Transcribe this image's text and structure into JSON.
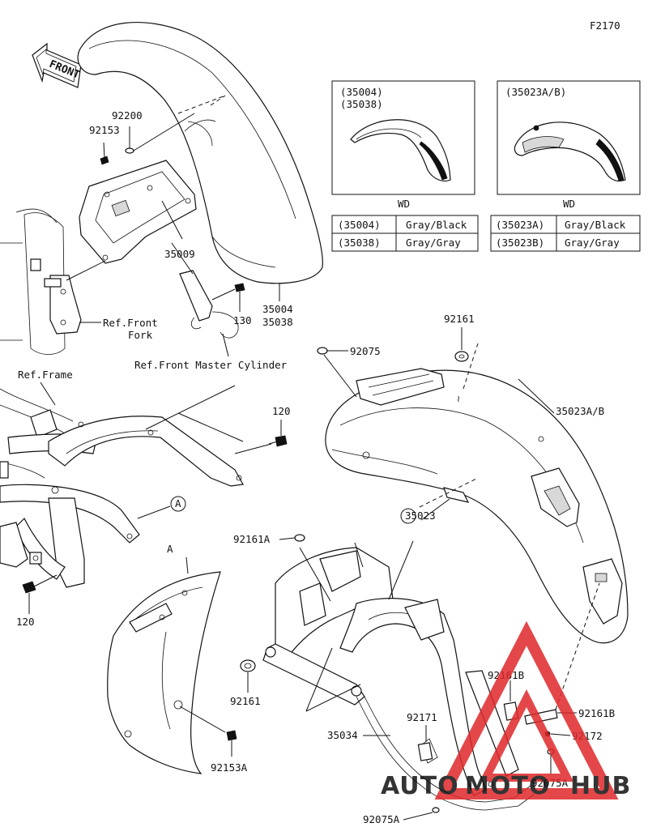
{
  "figure_code": "F2170",
  "front_label": "FRONT",
  "callouts": [
    {
      "id": "92200",
      "text": "92200"
    },
    {
      "id": "92153",
      "text": "92153"
    },
    {
      "id": "35009",
      "text": "35009"
    },
    {
      "id": "130",
      "text": "130"
    },
    {
      "id": "35004",
      "text": "35004"
    },
    {
      "id": "35038",
      "text": "35038"
    },
    {
      "id": "ref-front-fork-1",
      "text": "Ref.Front"
    },
    {
      "id": "ref-front-fork-2",
      "text": "Fork"
    },
    {
      "id": "ref-master-cylinder",
      "text": "Ref.Front Master Cylinder"
    },
    {
      "id": "92075",
      "text": "92075"
    },
    {
      "id": "92161-top",
      "text": "92161"
    },
    {
      "id": "35023ab",
      "text": "35023A/B"
    },
    {
      "id": "ref-frame",
      "text": "Ref.Frame"
    },
    {
      "id": "120-top",
      "text": "120"
    },
    {
      "id": "120-bottom",
      "text": "120"
    },
    {
      "id": "a-left",
      "text": "A"
    },
    {
      "id": "a-right",
      "text": "A"
    },
    {
      "id": "35023",
      "text": "35023"
    },
    {
      "id": "92161a",
      "text": "92161A"
    },
    {
      "id": "92161-bottom",
      "text": "92161"
    },
    {
      "id": "92153a",
      "text": "92153A"
    },
    {
      "id": "92161b-1",
      "text": "92161B"
    },
    {
      "id": "92161b-2",
      "text": "92161B"
    },
    {
      "id": "92171",
      "text": "92171"
    },
    {
      "id": "92172",
      "text": "92172"
    },
    {
      "id": "35034",
      "text": "35034"
    },
    {
      "id": "92075a-1",
      "text": "92075A"
    },
    {
      "id": "92075a-2",
      "text": "92075A"
    }
  ],
  "variant_boxes": [
    {
      "id": "left",
      "codes": [
        "(35004)",
        "(35038)"
      ],
      "region": "WD"
    },
    {
      "id": "right",
      "codes": [
        "(35023A/B)"
      ],
      "region": "WD"
    }
  ],
  "color_tables": [
    {
      "id": "left",
      "rows": [
        {
          "code": "(35004)",
          "color": "Gray/Black"
        },
        {
          "code": "(35038)",
          "color": "Gray/Gray"
        }
      ]
    },
    {
      "id": "right",
      "rows": [
        {
          "code": "(35023A)",
          "color": "Gray/Black"
        },
        {
          "code": "(35023B)",
          "color": "Gray/Gray"
        }
      ]
    }
  ],
  "watermark": {
    "part1": "AUTO",
    "part2": "MOTO",
    "part3": "HUB",
    "color_orange": "#f5a623",
    "color_red": "#e0282a",
    "color_dark": "#333333"
  }
}
